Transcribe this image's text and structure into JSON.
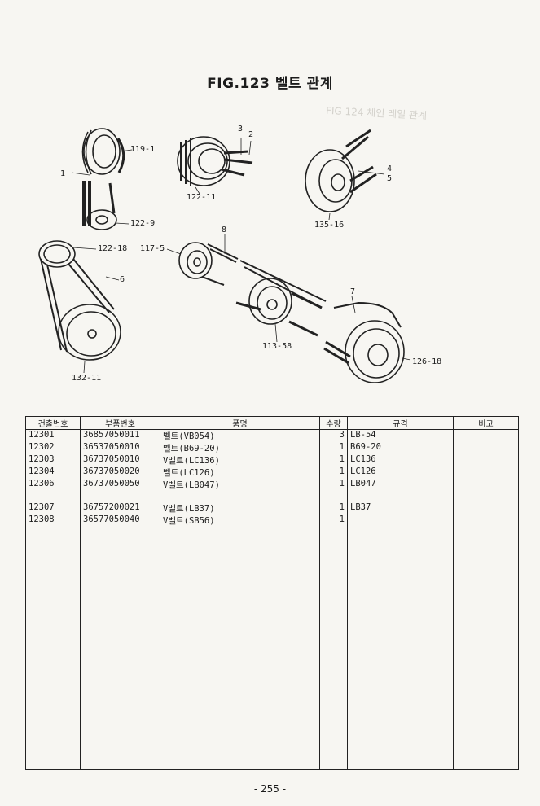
{
  "page": {
    "title": "FIG.123 벨트 관계",
    "ghost_text": "FIG 124 체인 레일 관계",
    "page_number": "- 255 -"
  },
  "figure": {
    "callouts": [
      "119-1",
      "1",
      "3",
      "2",
      "122-11",
      "4",
      "5",
      "135-16",
      "122-9",
      "122-18",
      "8",
      "117-5",
      "6",
      "7",
      "113-58",
      "126-18",
      "132-11"
    ]
  },
  "table": {
    "headers": [
      "건출번호",
      "부품번호",
      "품명",
      "수량",
      "규격",
      "비고"
    ],
    "rows": [
      {
        "ref": "12301",
        "part_no": "36857050011",
        "name": "벨트(VB054)",
        "qty": "3",
        "spec": "LB-54",
        "note": ""
      },
      {
        "ref": "12302",
        "part_no": "36537050010",
        "name": "벨트(B69-20)",
        "qty": "1",
        "spec": "B69-20",
        "note": ""
      },
      {
        "ref": "12303",
        "part_no": "36737050010",
        "name": "V벨트(LC136)",
        "qty": "1",
        "spec": "LC136",
        "note": ""
      },
      {
        "ref": "12304",
        "part_no": "36737050020",
        "name": "벨트(LC126)",
        "qty": "1",
        "spec": "LC126",
        "note": ""
      },
      {
        "ref": "12306",
        "part_no": "36737050050",
        "name": "V벨트(LB047)",
        "qty": "1",
        "spec": "LB047",
        "note": ""
      },
      {
        "ref": "",
        "part_no": "",
        "name": "",
        "qty": "",
        "spec": "",
        "note": ""
      },
      {
        "ref": "12307",
        "part_no": "36757200021",
        "name": "V벨트(LB37)",
        "qty": "1",
        "spec": "LB37",
        "note": ""
      },
      {
        "ref": "12308",
        "part_no": "36577050040",
        "name": "V벨트(SB56)",
        "qty": "1",
        "spec": "",
        "note": ""
      }
    ]
  }
}
